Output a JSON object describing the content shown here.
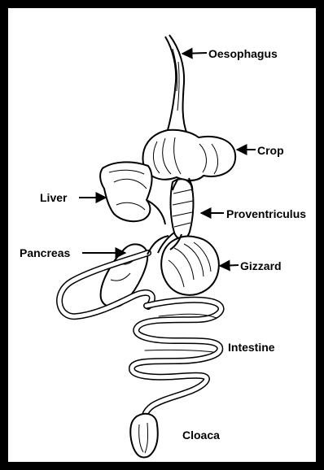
{
  "labels": {
    "oesophagus": "Oesophagus",
    "crop": "Crop",
    "liver": "Liver",
    "proventriculus": "Proventriculus",
    "pancreas": "Pancreas",
    "gizzard": "Gizzard",
    "intestine": "Intestine",
    "cloaca": "Cloaca"
  },
  "colors": {
    "frame": "#000000",
    "ink": "#000000",
    "background": "#ffffff"
  }
}
